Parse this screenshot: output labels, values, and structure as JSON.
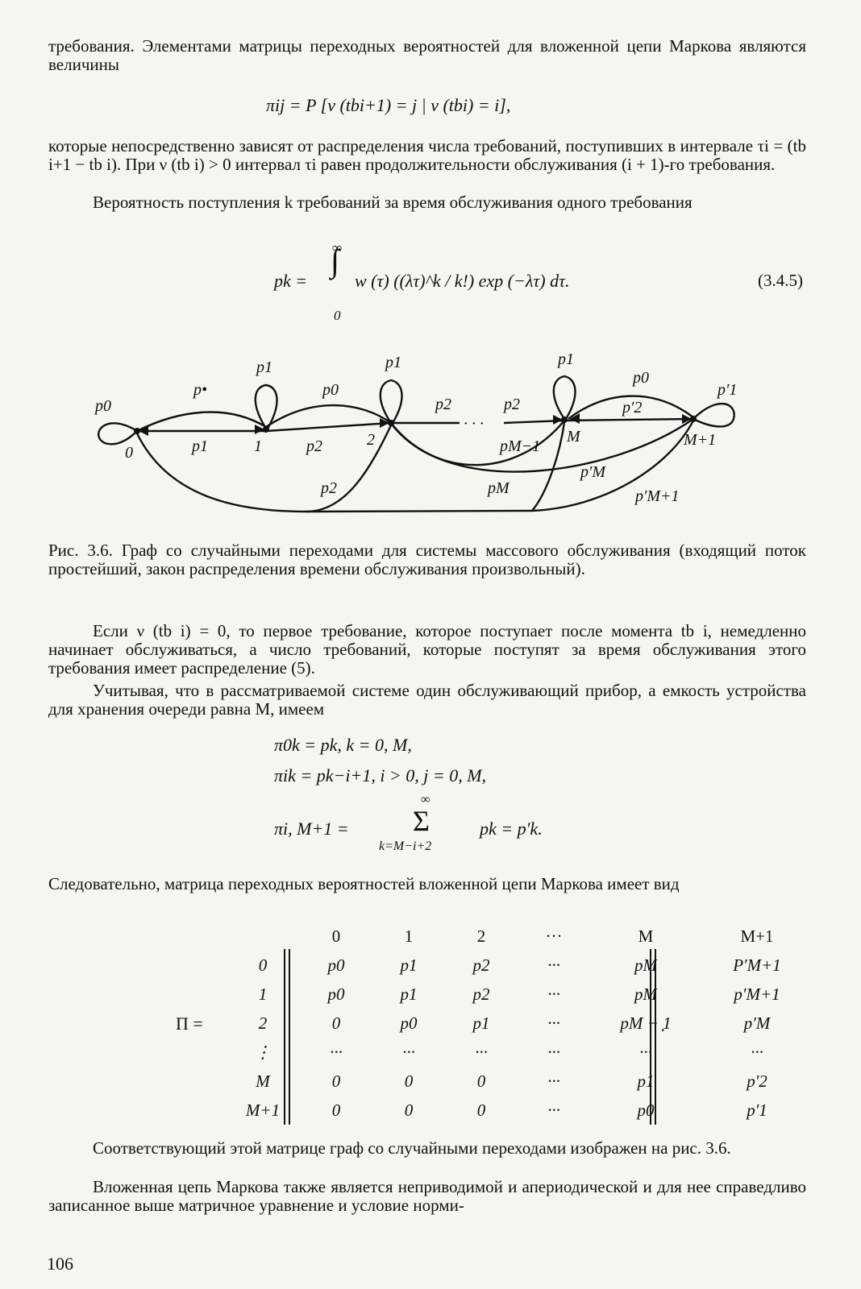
{
  "paragraphs": {
    "p1": "требования. Элементами матрицы переходных вероятностей для вложенной цепи Маркова являются величины",
    "f1": "πij = P [ν (tbi+1) = j | ν (tbi) = i],",
    "p2": "которые непосредственно зависят от распределения числа требований, поступивших в интервале τi = (tb i+1 − tb i). При ν (tb i) > 0 интервал τi равен продолжительности обслуживания (i + 1)-го требования.",
    "p3": "Вероятность поступления k требований за время обслуживания одного требования",
    "f2_lhs": "pk =",
    "f2_body": "w (τ) ((λτ)^k / k!) exp (−λτ) dτ.",
    "f2_upper": "∞",
    "f2_lower": "0",
    "f2_no": "(3.4.5)",
    "caption": "Рис. 3.6. Граф со случайными переходами для системы массового обслуживания (входящий поток простейший, закон распределения времени обслуживания произвольный).",
    "p4": "Если ν (tb i) = 0, то первое требование, которое поступает после момента tb i, немедленно начинает обслуживаться, а число требований, которые поступят за время обслуживания этого требования имеет распределение (5).",
    "p5": "Учитывая, что в рассматриваемой системе один обслуживающий прибор, а емкость устройства для хранения очереди равна M, имеем",
    "f3a": "π0k = pk,   k = 0, M,",
    "f3b": "πik = pk−i+1,     i > 0,   j = 0, M,",
    "f3c_lhs": "πi, M+1 =",
    "f3c_sum": "Σ",
    "f3c_upper": "∞",
    "f3c_lower": "k=M−i+2",
    "f3c_rhs": "pk = p′k.",
    "p6": "Следовательно, матрица переходных вероятностей вложенной цепи Маркова имеет вид",
    "p7": "Соответствующий этой матрице граф со случайными переходами изображен на рис. 3.6.",
    "p8": "Вложенная цепь Маркова также является неприводимой и апериодической и для нее справедливо записанное выше матричное уравнение и условие норми-",
    "page_number": "106"
  },
  "graph": {
    "nodes": [
      "0",
      "1",
      "2",
      "M",
      "M+1"
    ],
    "labels": {
      "p0_loop": "p0",
      "p1_loop1": "p1",
      "p1_loop2": "p1",
      "p1_loopM": "p1",
      "p1p_loop": "p′1",
      "p_top01": "p•",
      "p0_12": "p0",
      "p1_10": "p1",
      "p2_12": "p2",
      "p2_mid": "p2",
      "p2_mid2": "p2",
      "dots": "· · ·",
      "p0_top": "p0",
      "p2p": "p′2",
      "pM1": "pM−1",
      "pM": "pM",
      "ppM": "p′M",
      "ppM1": "p′M+1",
      "p2_bottom": "p2"
    }
  },
  "matrix": {
    "symbol": "Π =",
    "col_headers": [
      "0",
      "1",
      "2",
      "···",
      "M",
      "M+1"
    ],
    "row_headers": [
      "0",
      "1",
      "2",
      "⋮",
      "M",
      "M+1"
    ],
    "rows": [
      [
        "p0",
        "p1",
        "p2",
        "···",
        "pM",
        "P′M+1"
      ],
      [
        "p0",
        "p1",
        "p2",
        "···",
        "pM",
        "p′M+1"
      ],
      [
        "0",
        "p0",
        "p1",
        "···",
        "pM − 1",
        "p′M"
      ],
      [
        "···",
        "···",
        "···",
        "···",
        "···",
        "···"
      ],
      [
        "0",
        "0",
        "0",
        "···",
        "p1",
        "p′2"
      ],
      [
        "0",
        "0",
        "0",
        "···",
        "p0",
        "p′1"
      ]
    ],
    "trailing": "."
  }
}
